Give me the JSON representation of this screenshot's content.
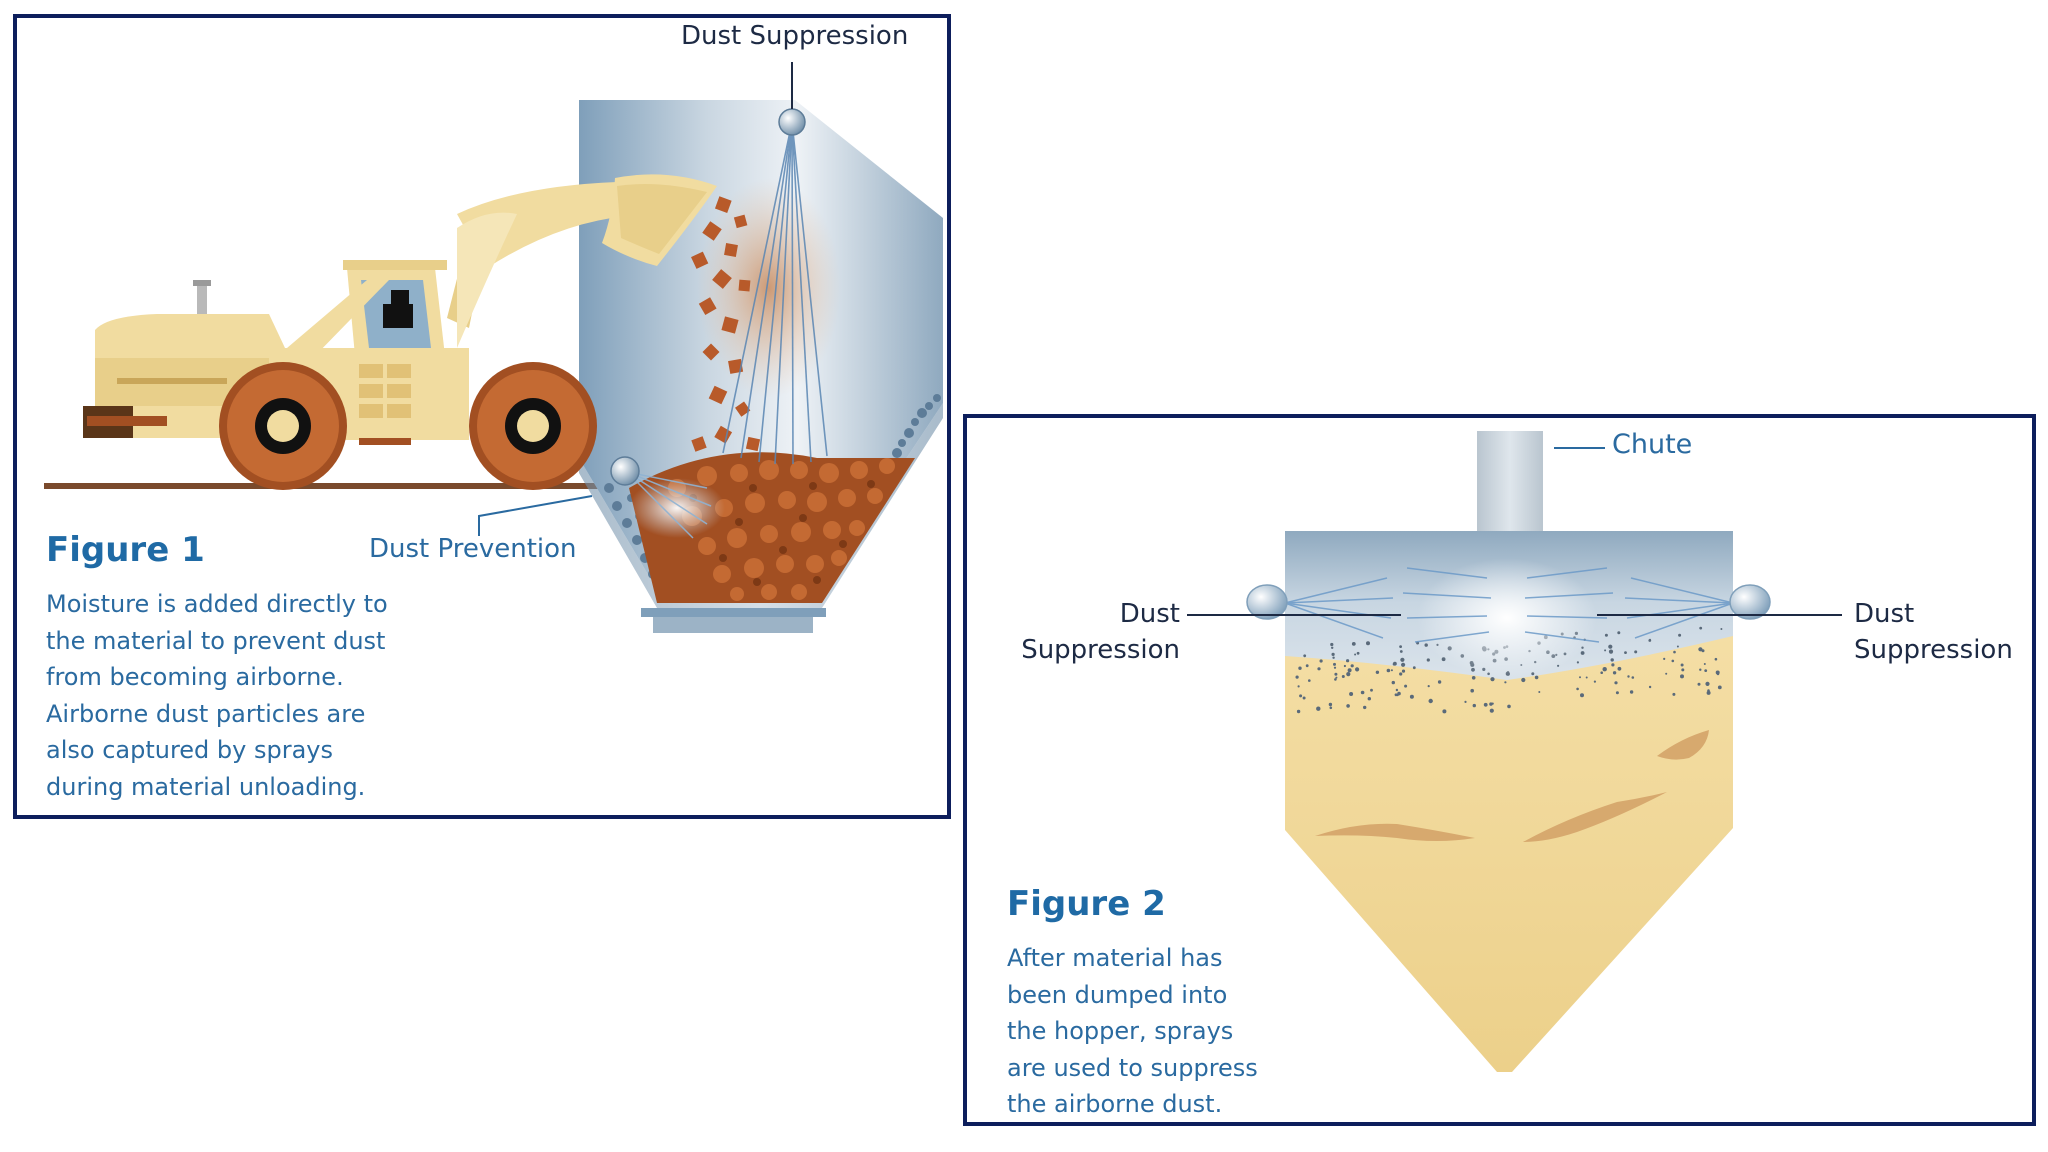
{
  "figure1": {
    "title": "Figure 1",
    "caption_lines": [
      "Moisture is added directly to",
      "the material to prevent dust",
      "from becoming airborne.",
      "Airborne dust particles are",
      "also captured by sprays",
      "during material unloading."
    ],
    "labels": {
      "dust_suppression": "Dust Suppression",
      "dust_prevention": "Dust Prevention"
    }
  },
  "figure2": {
    "title": "Figure 2",
    "caption_lines": [
      "After material has",
      "been dumped into",
      "the hopper, sprays",
      "are used to suppress",
      "the airborne dust."
    ],
    "labels": {
      "chute": "Chute",
      "left_line1": "Dust",
      "left_line2": "Suppression",
      "right_line1": "Dust",
      "right_line2": "Suppression"
    }
  },
  "colors": {
    "frame_border": "#0d1e5c",
    "title_blue": "#1f6aa5",
    "caption_blue": "#2a6aa0",
    "label_dark": "#1d2a44",
    "loader_tan": "#f1dca0",
    "rock_brown": "#a24f22",
    "sand": "#f0d79a",
    "hopper_steel": "#9cb3c6"
  }
}
